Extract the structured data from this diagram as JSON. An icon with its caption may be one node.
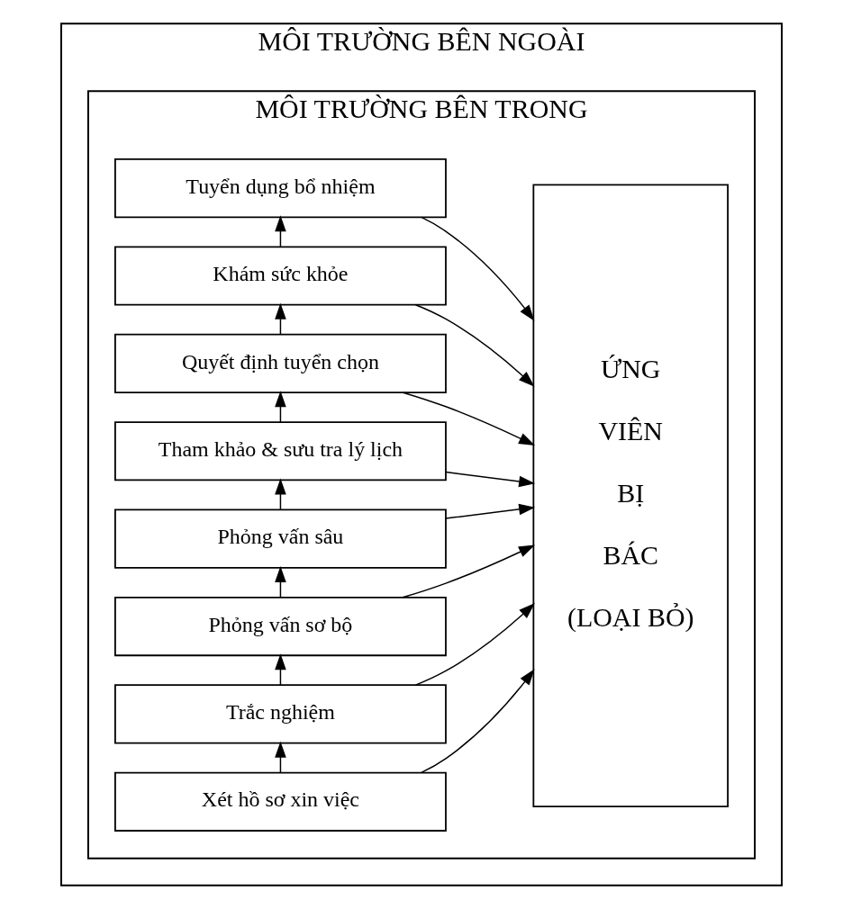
{
  "diagram": {
    "nodes": [
      {
        "text": [
          "MÔI TRƯỜNG BÊN NGOÀI"
        ]
      },
      {
        "text": [
          "MÔI TRƯỜNG BÊN TRONG"
        ],
        "in": 0
      },
      {
        "text": [
          "Xét hồ sơ xin việc"
        ],
        "in": 1
      },
      {
        "text": [
          "Trắc nghiệm"
        ],
        "in": 1
      },
      {
        "text": [
          "Phỏng vấn sơ bộ"
        ],
        "in": 1
      },
      {
        "text": [
          "Phỏng vấn sâu"
        ],
        "in": 1
      },
      {
        "text": [
          "Tham khảo & sưu tra lý lịch"
        ],
        "in": 1
      },
      {
        "text": [
          "Quyết định tuyển chọn"
        ],
        "in": 1
      },
      {
        "text": [
          "Khám sức khỏe"
        ],
        "in": 1
      },
      {
        "text": [
          "Tuyển dụng bổ nhiệm"
        ],
        "in": 1
      },
      {
        "text": [
          "ỨNG VIÊN BỊ BÁC (LOẠI BỎ)"
        ],
        "in": 1
      }
    ],
    "edges": [
      {
        "from": 2,
        "to": 3,
        "arrow": "to"
      },
      {
        "from": 3,
        "to": 4,
        "arrow": "to"
      },
      {
        "from": 4,
        "to": 5,
        "arrow": "to"
      },
      {
        "from": 5,
        "to": 6,
        "arrow": "to"
      },
      {
        "from": 6,
        "to": 7,
        "arrow": "to"
      },
      {
        "from": 7,
        "to": 8,
        "arrow": "to"
      },
      {
        "from": 8,
        "to": 9,
        "arrow": "to"
      },
      {
        "from": 2,
        "to": 10,
        "arrow": "to"
      },
      {
        "from": 3,
        "to": 10,
        "arrow": "to"
      },
      {
        "from": 4,
        "to": 10,
        "arrow": "to"
      },
      {
        "from": 5,
        "to": 10,
        "arrow": "to"
      },
      {
        "from": 6,
        "to": 10,
        "arrow": "to"
      },
      {
        "from": 7,
        "to": 10,
        "arrow": "to"
      },
      {
        "from": 8,
        "to": 10,
        "arrow": "to"
      },
      {
        "from": 9,
        "to": 10,
        "arrow": "to"
      }
    ]
  }
}
